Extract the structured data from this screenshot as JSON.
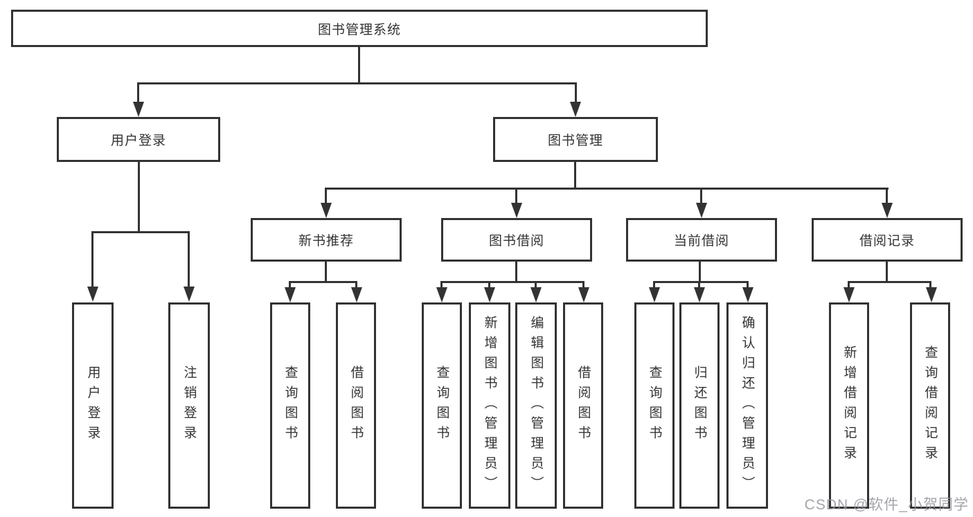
{
  "watermark": "CSDN @软件_小贺同学",
  "colors": {
    "line": "#333333",
    "node_border": "#333333",
    "node_text": "#333333",
    "watermark_text": "#94949c",
    "background": "#ffffff"
  },
  "tree": {
    "root": {
      "label": "图书管理系统"
    },
    "user_login": {
      "label": "用户登录",
      "children": [
        {
          "label": "用户登录"
        },
        {
          "label": "注销登录"
        }
      ]
    },
    "book_mgmt": {
      "label": "图书管理"
    },
    "new_book_rec": {
      "label": "新书推荐",
      "children": [
        {
          "label": "查询图书"
        },
        {
          "label": "借阅图书"
        }
      ]
    },
    "book_borrow": {
      "label": "图书借阅",
      "children": [
        {
          "label": "查询图书"
        },
        {
          "label": "新增图书（管理员）"
        },
        {
          "label": "编辑图书（管理员）"
        },
        {
          "label": "借阅图书"
        }
      ]
    },
    "current_borrow": {
      "label": "当前借阅",
      "children": [
        {
          "label": "查询图书"
        },
        {
          "label": "归还图书"
        },
        {
          "label": "确认归还（管理员）"
        }
      ]
    },
    "borrow_record": {
      "label": "借阅记录",
      "children": [
        {
          "label": "新增借阅记录"
        },
        {
          "label": "查询借阅记录"
        }
      ]
    }
  }
}
